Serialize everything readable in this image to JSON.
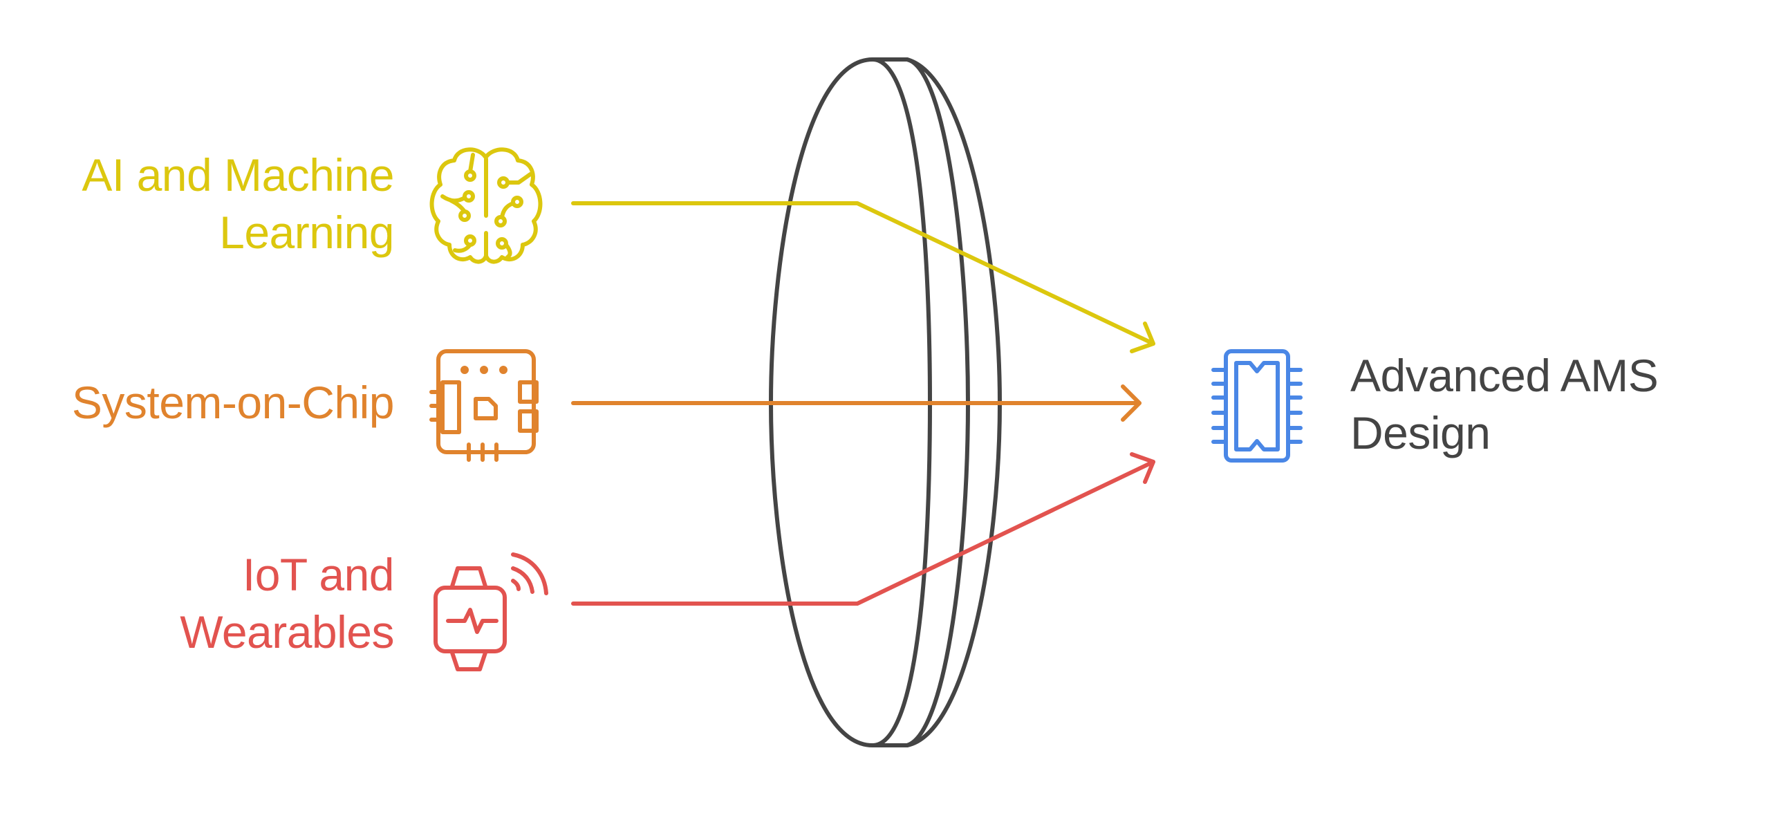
{
  "colors": {
    "ai": "#DCC70E",
    "soc": "#E0832D",
    "iot": "#E2534F",
    "target": "#4A87E6",
    "lens": "#444444",
    "target_text": "#444444"
  },
  "inputs": [
    {
      "id": "ai",
      "lines": [
        "AI and Machine",
        "Learning"
      ],
      "icon": "brain-circuit-icon"
    },
    {
      "id": "soc",
      "lines": [
        "System-on-Chip"
      ],
      "icon": "circuit-board-icon"
    },
    {
      "id": "iot",
      "lines": [
        "IoT and",
        "Wearables"
      ],
      "icon": "smartwatch-signal-icon"
    }
  ],
  "focus": {
    "icon": "lens-icon"
  },
  "output": {
    "lines": [
      "Advanced AMS",
      "Design"
    ],
    "icon": "ic-chip-icon"
  }
}
